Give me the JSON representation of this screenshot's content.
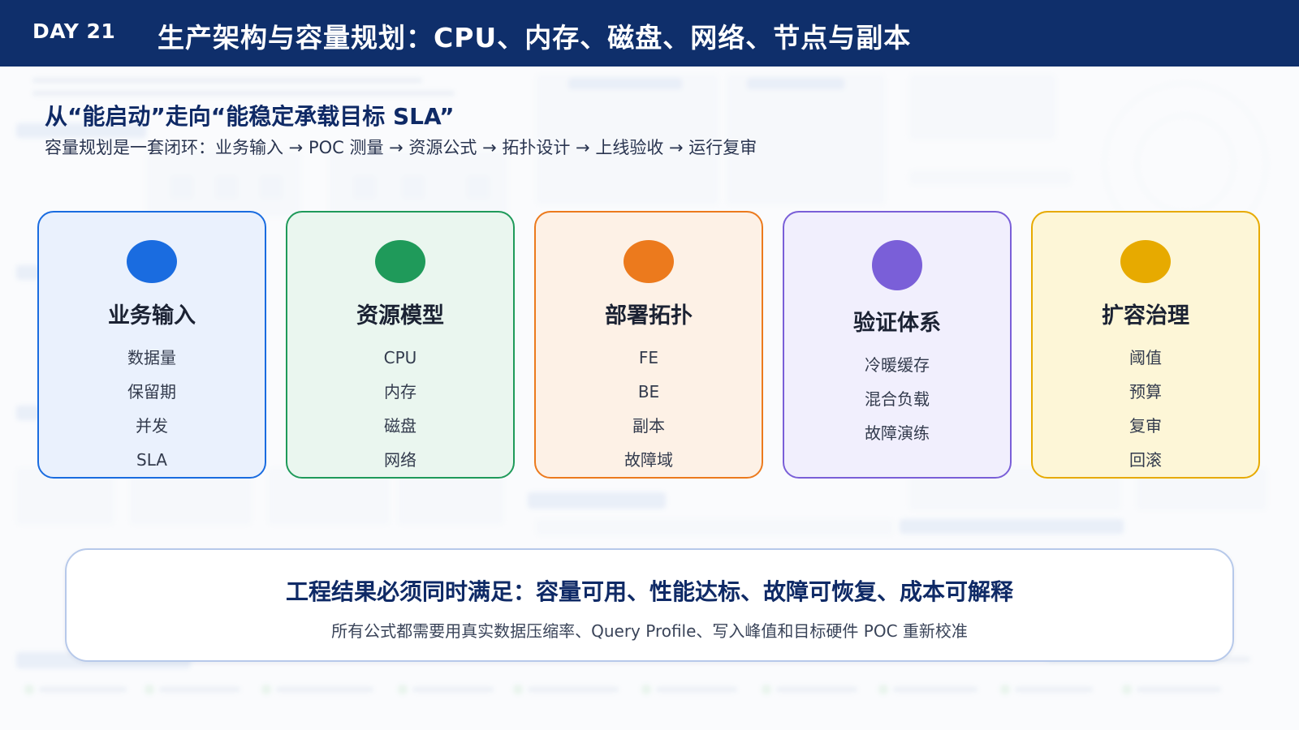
{
  "header": {
    "day_label": "DAY 21",
    "title": "生产架构与容量规划：CPU、内存、磁盘、网络、节点与副本"
  },
  "intro": {
    "headline": "从“能启动”走向“能稳定承载目标 SLA”",
    "subline": "容量规划是一套闭环：业务输入 → POC 测量 → 资源公式 → 拓扑设计 → 上线验收 → 运行复审"
  },
  "cards": [
    {
      "title": "业务输入",
      "color": "#1a6ce0",
      "items": [
        "数据量",
        "保留期",
        "并发",
        "SLA"
      ]
    },
    {
      "title": "资源模型",
      "color": "#1f9a5a",
      "items": [
        "CPU",
        "内存",
        "磁盘",
        "网络"
      ]
    },
    {
      "title": "部署拓扑",
      "color": "#ec7a1d",
      "items": [
        "FE",
        "BE",
        "副本",
        "故障域"
      ]
    },
    {
      "title": "验证体系",
      "color": "#7a5fd8",
      "items": [
        "冷暖缓存",
        "混合负载",
        "故障演练"
      ]
    },
    {
      "title": "扩容治理",
      "color": "#e7aa00",
      "items": [
        "阈值",
        "预算",
        "复审",
        "回滚"
      ]
    }
  ],
  "conclusion": {
    "main": "工程结果必须同时满足：容量可用、性能达标、故障可恢复、成本可解释",
    "sub": "所有公式都需要用真实数据压缩率、Query Profile、写入峰值和目标硬件 POC 重新校准"
  }
}
